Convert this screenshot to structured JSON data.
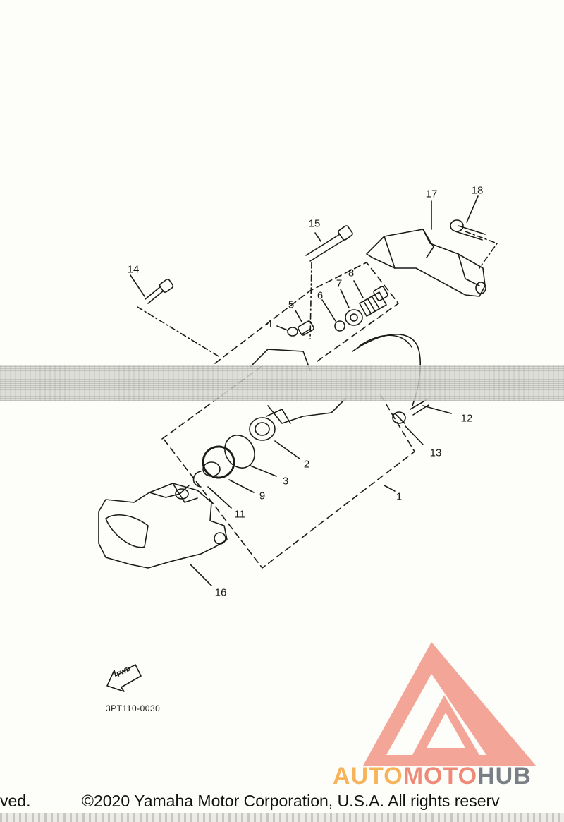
{
  "diagram": {
    "callouts": [
      "1",
      "2",
      "3",
      "4",
      "5",
      "6",
      "7",
      "8",
      "9",
      "11",
      "12",
      "13",
      "14",
      "15",
      "16",
      "17",
      "18"
    ],
    "part_code": "3PT110-0030",
    "fwd_label": "FWD"
  },
  "watermark": {
    "brand_part1": "AUTO",
    "brand_part2": "MOTO",
    "brand_part3": "HUB"
  },
  "footer": {
    "copyright_left": "ved.",
    "copyright_main": "©2020 Yamaha Motor Corporation, U.S.A. All rights reserv"
  },
  "colors": {
    "line": "#1a1a1a",
    "watermark_red": "#f08a78",
    "watermark_orange": "#f7b35a",
    "watermark_grey": "#7a7f86"
  }
}
